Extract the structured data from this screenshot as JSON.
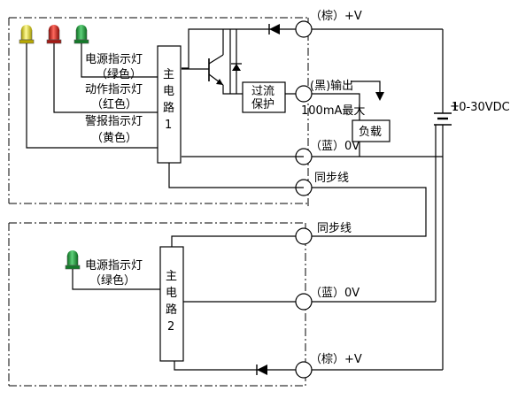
{
  "circuit1": {
    "main_label": [
      "主",
      "电",
      "路",
      "1"
    ],
    "leds": [
      {
        "label_line1": "电源指示灯",
        "label_line2": "（绿色）",
        "color": "#1a9c33"
      },
      {
        "label_line1": "动作指示灯",
        "label_line2": "（红色）",
        "color": "#d9231c"
      },
      {
        "label_line1": "警报指示灯",
        "label_line2": "（黄色）",
        "color": "#f2e51a"
      }
    ],
    "protection_line1": "过流",
    "protection_line2": "保护",
    "terminal_power": "（棕）+V",
    "terminal_output": "(黑)输出",
    "max_current": "100mA最大",
    "load": "负载",
    "terminal_ground": "（蓝）0V",
    "sync": "同步线"
  },
  "circuit2": {
    "main_label": [
      "主",
      "电",
      "路",
      "2"
    ],
    "led": {
      "label_line1": "电源指示灯",
      "label_line2": "（绿色）",
      "color": "#1a9c33"
    },
    "sync": "同步线",
    "terminal_ground": "（蓝）0V",
    "terminal_power": "（棕）+V"
  },
  "supply": "10-30VDC"
}
